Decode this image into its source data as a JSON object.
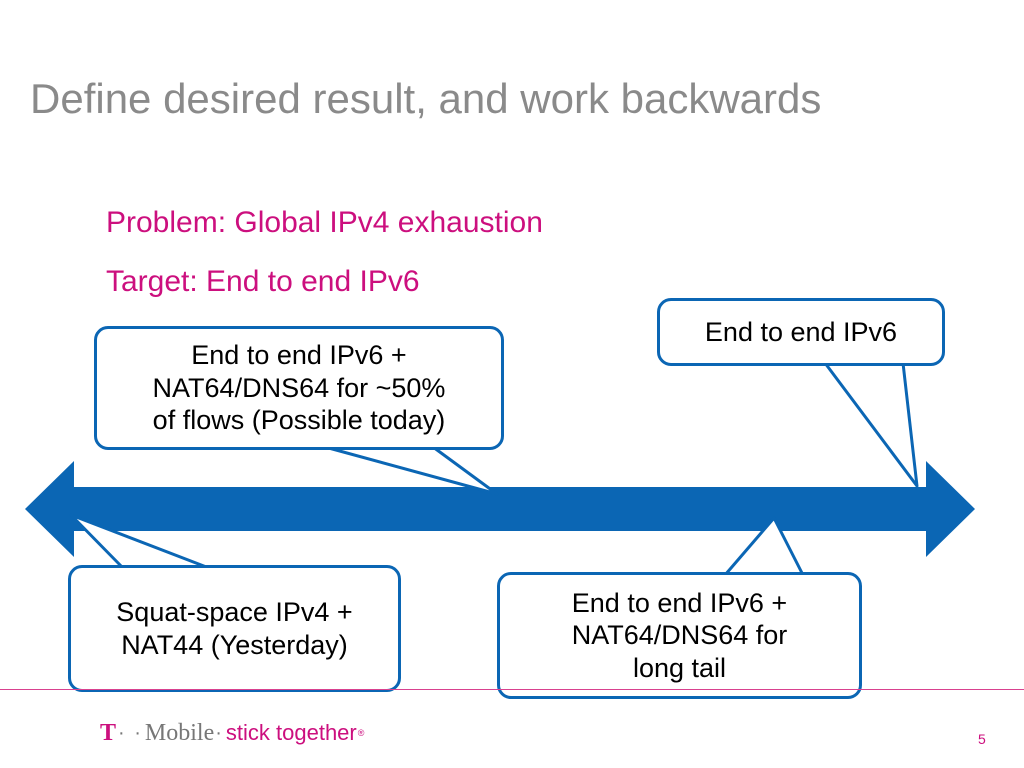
{
  "slide": {
    "title": "Define desired result, and work backwards",
    "problem": "Problem: Global IPv4 exhaustion",
    "target": "Target: End to end IPv6"
  },
  "callouts": {
    "today": "End to end IPv6 +\nNAT64/DNS64 for ~50%\nof flows (Possible today)",
    "end": "End to end IPv6",
    "yesterday": "Squat-space IPv4 +\nNAT44 (Yesterday)",
    "long_tail": "End to end IPv6 +\nNAT64/DNS64 for\nlong tail"
  },
  "footer": {
    "logo_t": "T",
    "logo_dots": "· ·",
    "logo_mobile": "Mobile",
    "logo_dot2": "·",
    "tagline": "stick together",
    "registered": "®",
    "page_number": "5"
  },
  "colors": {
    "title": "#8a8a8a",
    "accent_magenta": "#cc0f7e",
    "arrow_blue": "#0b66b4",
    "text": "#000000"
  }
}
